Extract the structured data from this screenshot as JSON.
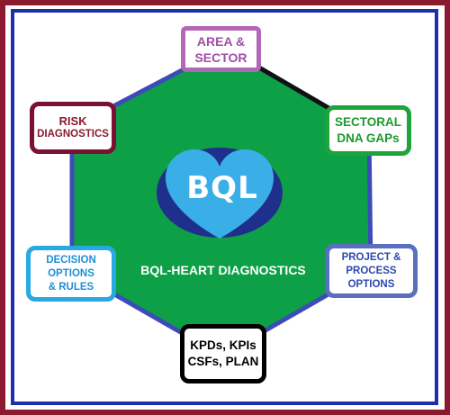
{
  "heart": {
    "label": "BQL",
    "fill": "#3aaee6",
    "ring": "#1f2f8c"
  },
  "center_title": "BQL-HEART DIAGNOSTICS",
  "colors": {
    "outer_border": "#8b1a2e",
    "inner_border": "#1f2fa8",
    "hexagon_fill": "#0ea047",
    "hexagon_edge": "#3d4bb8"
  },
  "nodes": {
    "area": {
      "line1": "AREA &",
      "line2": "SECTOR"
    },
    "sectoral": {
      "line1": "SECTORAL",
      "line2": "DNA GAPs"
    },
    "project": {
      "line1": "PROJECT &",
      "line2": "PROCESS",
      "line3": "OPTIONS"
    },
    "kpd": {
      "line1": "KPDs, KPIs",
      "line2": "CSFs, PLAN"
    },
    "decision": {
      "line1": "DECISION",
      "line2": "OPTIONS",
      "line3": "& RULES"
    },
    "risk": {
      "line1": "RISK",
      "line2": "DIAGNOSTICS"
    }
  }
}
